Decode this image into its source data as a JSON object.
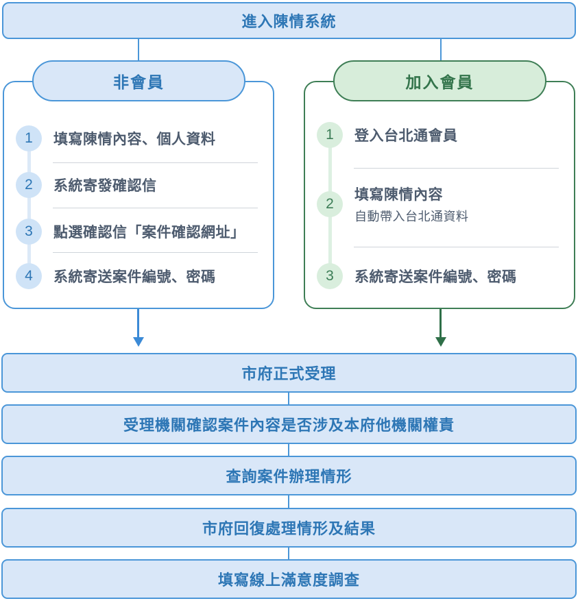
{
  "flow": {
    "title": "進入陳情系統",
    "branches": [
      {
        "id": "non-member",
        "label": "非會員",
        "steps": [
          {
            "num": "1",
            "text": "填寫陳情內容、個人資料"
          },
          {
            "num": "2",
            "text": "系統寄發確認信"
          },
          {
            "num": "3",
            "text": "點選確認信「案件確認網址」"
          },
          {
            "num": "4",
            "text": "系統寄送案件編號、密碼"
          }
        ]
      },
      {
        "id": "member",
        "label": "加入會員",
        "steps": [
          {
            "num": "1",
            "text": "登入台北通會員"
          },
          {
            "num": "2",
            "text": "填寫陳情內容",
            "subtext": "自動帶入台北通資料"
          },
          {
            "num": "3",
            "text": "系統寄送案件編號、密碼"
          }
        ]
      }
    ],
    "bottom_steps": [
      "市府正式受理",
      "受理機關確認案件內容是否涉及本府他機關權責",
      "查詢案件辦理情形",
      "市府回復處理情形及結果",
      "填寫線上滿意度調查"
    ],
    "colors": {
      "blue_border": "#4a96d8",
      "blue_fill": "#d9e7f8",
      "blue_text": "#2d76b5",
      "blue_arrow": "#3b8ad6",
      "green_border": "#3e7e55",
      "green_fill": "#d7edda",
      "green_text": "#33744b",
      "green_arrow": "#2f6f48",
      "step_text": "#4d5b6e"
    }
  }
}
